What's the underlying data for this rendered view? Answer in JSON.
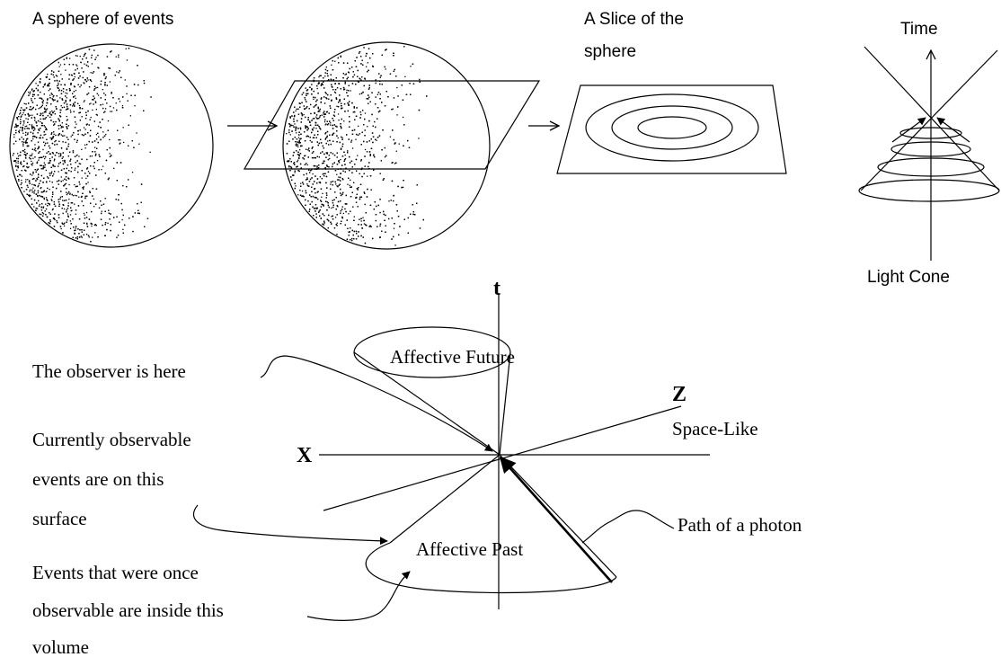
{
  "panels": {
    "sphere_title": "A sphere of events",
    "slice_title_line1": "A Slice of the",
    "slice_title_line2": "sphere",
    "light_cone_time_label": "Time",
    "light_cone_label": "Light Cone"
  },
  "spacetime": {
    "t_axis": "t",
    "x_axis": "X",
    "z_axis": "Z",
    "space_like": "Space-Like",
    "future_label": "Affective Future",
    "past_label": "Affective Past",
    "photon_label": "Path of a photon"
  },
  "annotations": {
    "observer": "The observer is here",
    "surface_line1": "Currently observable",
    "surface_line2": "events are on this",
    "surface_line3": "surface",
    "volume_line1": "Events that were once",
    "volume_line2": "observable are inside this",
    "volume_line3": "volume"
  },
  "colors": {
    "ink": "#000000",
    "background": "#ffffff"
  }
}
